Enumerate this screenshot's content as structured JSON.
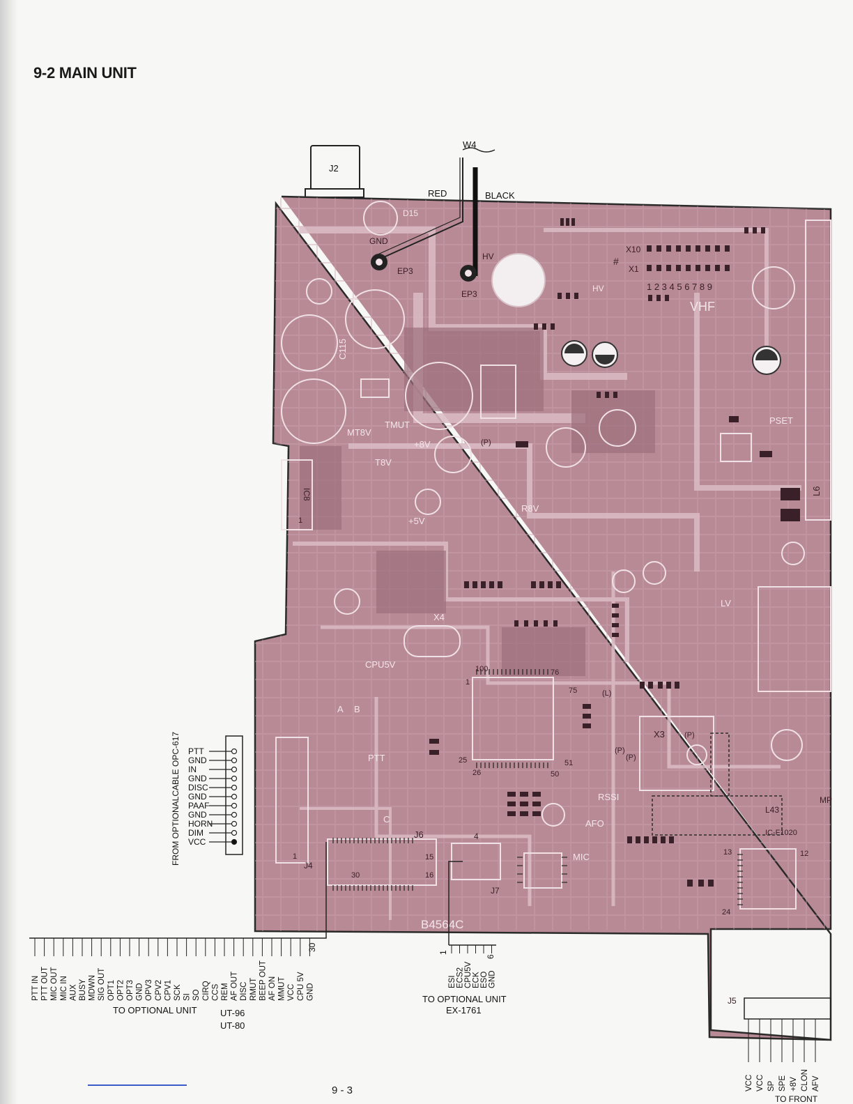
{
  "page": {
    "title": "9-2 MAIN UNIT",
    "page_number": "9 - 3"
  },
  "colors": {
    "board": "#b88a96",
    "board_dark": "#9c6f7c",
    "trace_light": "#d9b9c2",
    "board_edge": "#2a2a2a"
  },
  "connector_j2": {
    "label": "J2"
  },
  "wire_w4": {
    "label": "W4",
    "red": "RED",
    "black": "BLACK"
  },
  "board_labels": {
    "gnd": "GND",
    "hv": "HV",
    "ep3_a": "EP3",
    "ep3_b": "EP3",
    "d15": "D15",
    "x10": "X10",
    "x1": "X1",
    "hash": "#",
    "digits": "1 2 3 4 5 6 7 8 9",
    "hv2": "HV",
    "vhf": "VHF",
    "c115": "C115",
    "mt8v": "MT8V",
    "tmut": "TMUT",
    "plus8v": "+8V",
    "p1": "(P)",
    "t8v": "T8V",
    "r8v": "R8V",
    "plus5v": "+5V",
    "ic8": "IC8",
    "pset": "PSET",
    "l6": "L6",
    "x4": "X4",
    "cpu5v": "CPU5V",
    "pin100": "100",
    "pin76": "76",
    "pin1": "1",
    "pin75": "75",
    "pin25": "25",
    "pin26": "26",
    "pin50": "50",
    "pin51": "51",
    "l_paren": "(L)",
    "a": "A",
    "b": "B",
    "ptt": "PTT",
    "c": "C",
    "j6": "J6",
    "j6_15": "15",
    "j6_30": "30",
    "j6_16": "16",
    "j7_4": "4",
    "j7": "J7",
    "mic": "MIC",
    "j4": "J4",
    "j4_1": "1",
    "x3": "X3",
    "p2": "(P)",
    "p3": "(P)",
    "p4": "(P)",
    "rssi": "RSSI",
    "afo": "AFO",
    "lv": "LV",
    "l43": "L43",
    "ic_f1020": "IC-F1020",
    "ic_13": "13",
    "ic_12": "12",
    "ic_24": "24",
    "board_id": "B4564C",
    "mp": "MP",
    "j5": "J5",
    "ic8_1": "1"
  },
  "opc617": {
    "caption": "FROM OPTIONALCABLE  OPC-617",
    "pins": [
      "PTT",
      "GND",
      "IN",
      "GND",
      "DISC",
      "GND",
      "PAAF",
      "GND",
      "HORN",
      "DIM",
      "VCC"
    ]
  },
  "ut_connector": {
    "pins": [
      "PTT IN",
      "PTT OUT",
      "MIC OUT",
      "MIC IN",
      "AUX",
      "BUSY",
      "MDWN",
      "SIG OUT",
      "OPT1",
      "OPT2",
      "OPT3",
      "GND",
      "OPV3",
      "CPV2",
      "CPV1",
      "SCK",
      "SI",
      "SO",
      "CIRQ",
      "CCS",
      "REM",
      "AF OUT",
      "DISC",
      "RMUT",
      "BEEP OUT",
      "AF ON",
      "MMUT",
      "VCC",
      "CPU 5V",
      "GND"
    ],
    "end_pin": "30",
    "caption": "TO OPTIONAL UNIT",
    "models": [
      "UT-96",
      "UT-80"
    ]
  },
  "ex_connector": {
    "start_pin": "1",
    "pins": [
      "ESI",
      "ECS2",
      "CPU5V",
      "ECK",
      "ESO",
      "GND"
    ],
    "end_pin": "6",
    "caption": "TO OPTIONAL UNIT",
    "model": "EX-1761"
  },
  "front_connector": {
    "pins": [
      "VCC",
      "VCC",
      "SP",
      "SPE",
      "+8V",
      "CLON",
      "AFV"
    ],
    "caption": "TO FRONT"
  }
}
